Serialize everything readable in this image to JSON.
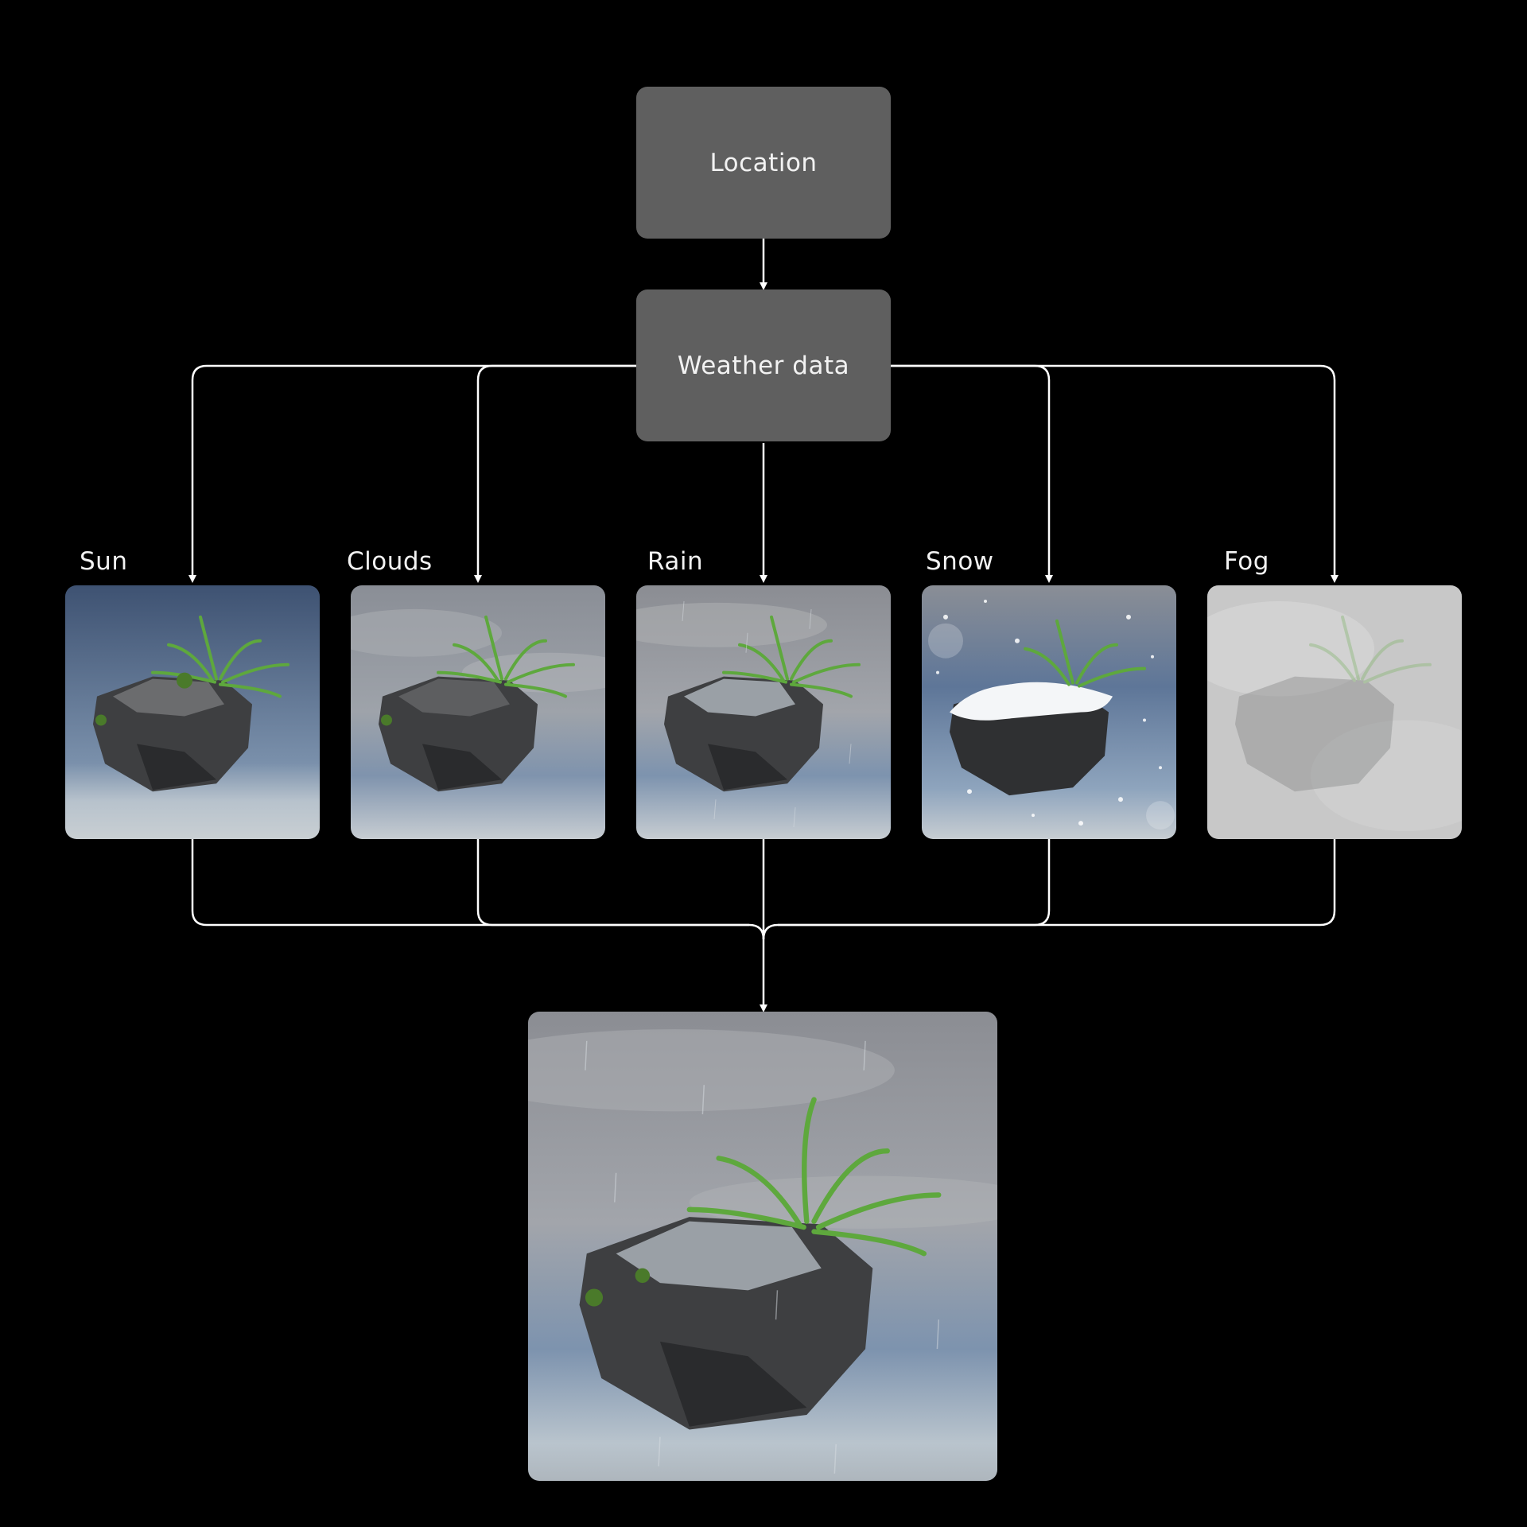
{
  "nodes": {
    "location": "Location",
    "weather_data": "Weather data"
  },
  "variants": [
    {
      "key": "sun",
      "label": "Sun",
      "icon": "sun-scene"
    },
    {
      "key": "clouds",
      "label": "Clouds",
      "icon": "clouds-scene"
    },
    {
      "key": "rain",
      "label": "Rain",
      "icon": "rain-scene"
    },
    {
      "key": "snow",
      "label": "Snow",
      "icon": "snow-scene"
    },
    {
      "key": "fog",
      "label": "Fog",
      "icon": "fog-scene"
    }
  ],
  "output": {
    "icon": "rain-scene-output"
  },
  "colors": {
    "background": "#000000",
    "node_fill": "#5f5f5f",
    "text": "#f2f2f2",
    "connector": "#ffffff"
  }
}
